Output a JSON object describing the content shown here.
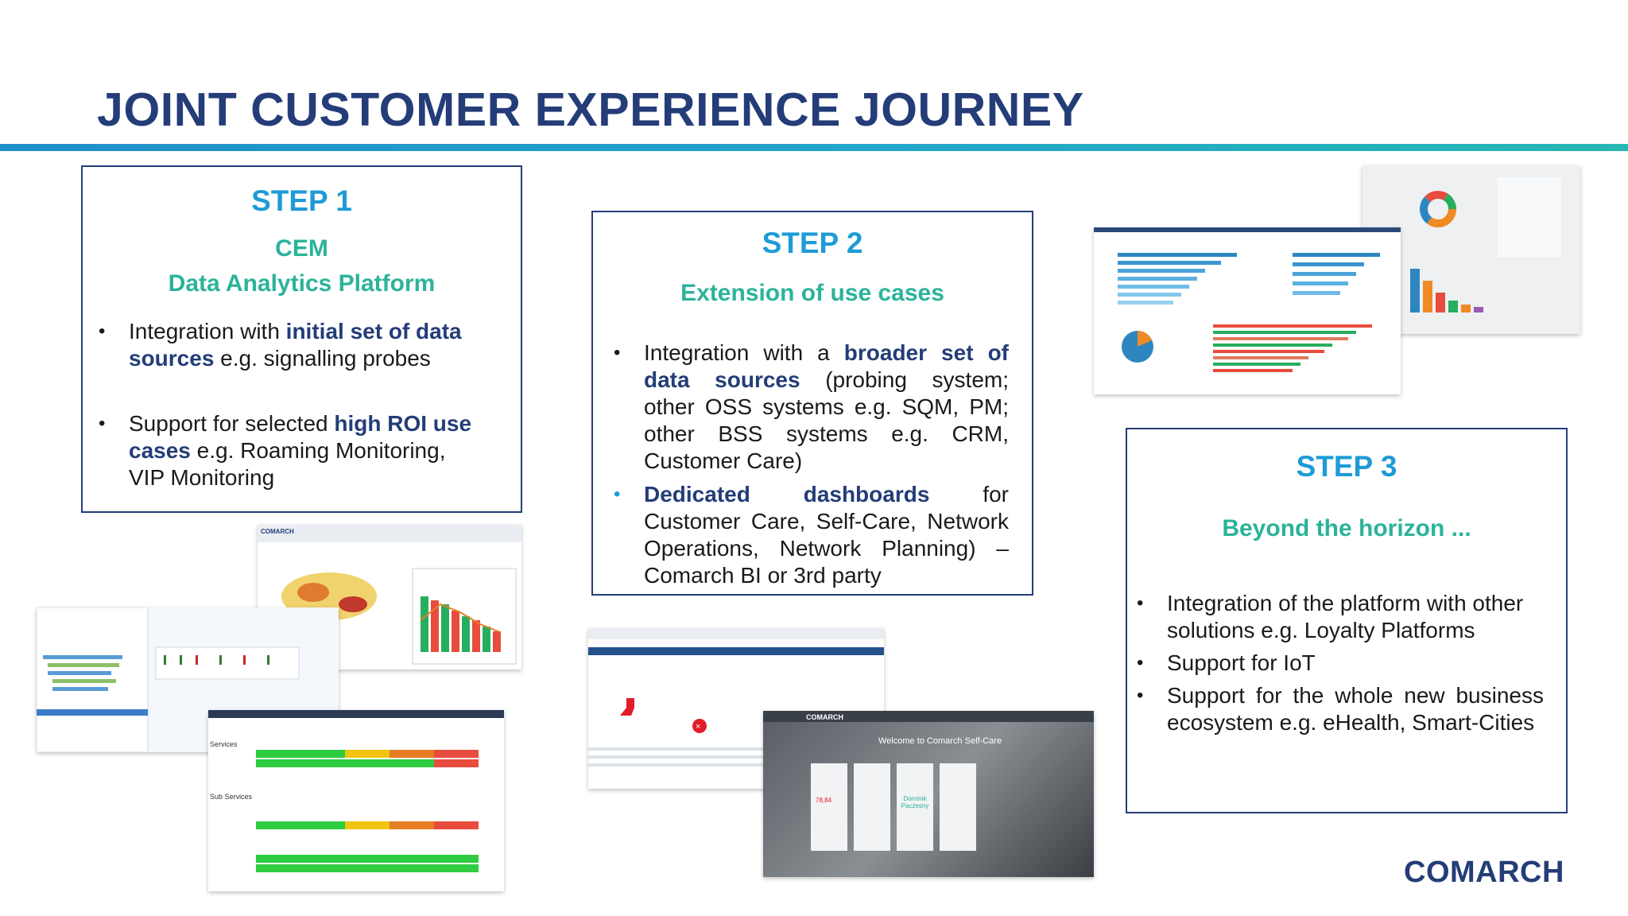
{
  "title": "JOINT CUSTOMER EXPERIENCE JOURNEY",
  "brand": {
    "logo_text": "COMARCH",
    "colors": {
      "navy": "#243d78",
      "blue": "#1e9bd7",
      "teal": "#2bb39a"
    }
  },
  "step1": {
    "title": "STEP 1",
    "subtitle_1": "CEM",
    "subtitle_2": "Data Analytics Platform",
    "b1_pre": "Integration with ",
    "b1_bold": "initial set of data sources",
    "b1_post": " e.g. signalling probes",
    "b2_pre": "Support for selected ",
    "b2_bold": "high ROI use cases",
    "b2_post": " e.g. Roaming Monitoring, VIP Monitoring"
  },
  "step2": {
    "title": "STEP 2",
    "subtitle": "Extension of use cases",
    "b1_pre": "Integration with a ",
    "b1_bold": "broader set of data sources",
    "b1_post": " (probing system; other OSS systems e.g. SQM, PM; other BSS systems e.g. CRM, Customer Care)",
    "b2_bold": "Dedicated dashboards",
    "b2_post": " for Customer Care, Self-Care, Network Operations, Network Planning) – Comarch BI or 3rd party"
  },
  "step3": {
    "title": "STEP 3",
    "subtitle": "Beyond the horizon ...",
    "bullets": [
      "Integration of the platform with other solutions e.g. Loyalty Platforms",
      "Support for IoT",
      "Support for the whole new business ecosystem e.g. eHealth, Smart-Cities"
    ]
  },
  "screenshots": {
    "s1_header": "COMARCH",
    "s1_table_label_1": "Services",
    "s1_table_label_2": "Sub Services",
    "s2_header": "COMARCH",
    "s2_welcome": "Welcome to Comarch Self-Care",
    "s2_name": "Dominik Paczesny",
    "s2_value": "78,84"
  }
}
